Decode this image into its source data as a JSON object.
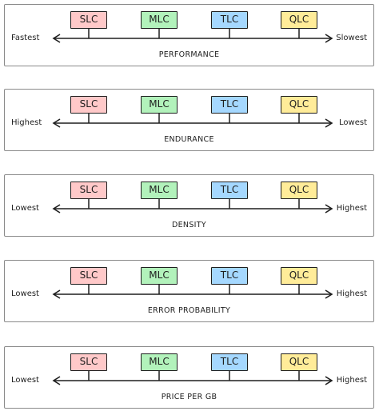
{
  "cell_types": [
    {
      "label": "SLC",
      "color": "#ffc9c9"
    },
    {
      "label": "MLC",
      "color": "#b2f2bb"
    },
    {
      "label": "TLC",
      "color": "#a5d8ff"
    },
    {
      "label": "QLC",
      "color": "#ffec99"
    }
  ],
  "panels": [
    {
      "left_label": "Fastest",
      "right_label": "Slowest",
      "caption": "PERFORMANCE"
    },
    {
      "left_label": "Highest",
      "right_label": "Lowest",
      "caption": "ENDURANCE"
    },
    {
      "left_label": "Lowest",
      "right_label": "Highest",
      "caption": "DENSITY"
    },
    {
      "left_label": "Lowest",
      "right_label": "Highest",
      "caption": "ERROR PROBABILITY"
    },
    {
      "left_label": "Lowest",
      "right_label": "Highest",
      "caption": "PRICE PER GB"
    }
  ],
  "colors": {
    "stroke": "#1e1e1e",
    "panel_border": "#8a8a8a"
  }
}
